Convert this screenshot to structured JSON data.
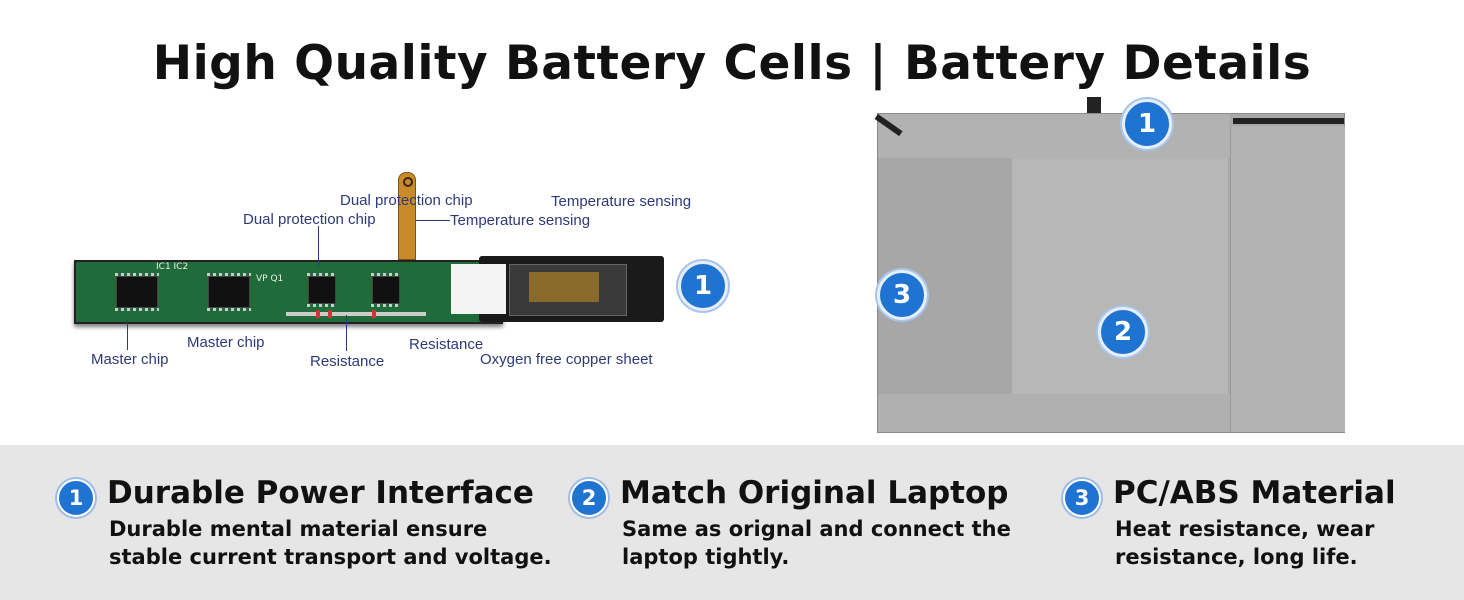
{
  "title": "High Quality Battery Cells | Battery Details",
  "pcb_labels": {
    "dual_protection_chip_top": "Dual protection chip",
    "temperature_sensing_top": "Temperature sensing",
    "dual_protection_chip": "Dual protection chip",
    "temperature_sensing": "Temperature sensing",
    "master_chip_left": "Master chip",
    "master_chip": "Master chip",
    "resistance_left": "Resistance",
    "resistance": "Resistance",
    "oxygen_free_copper_sheet": "Oxygen free copper sheet",
    "silk_ic": "IC1 IC2",
    "silk_vp": "VP Q1"
  },
  "badges": {
    "one": "1",
    "two": "2",
    "three": "3"
  },
  "features": [
    {
      "num": "1",
      "title": "Durable Power Interface",
      "line1": "Durable mental material ensure",
      "line2": "stable current transport and voltage."
    },
    {
      "num": "2",
      "title": "Match Original Laptop",
      "line1": "Same as orignal and connect the",
      "line2": "laptop tightly."
    },
    {
      "num": "3",
      "title": "PC/ABS Material",
      "line1": "Heat resistance, wear",
      "line2": "resistance, long life."
    }
  ],
  "colors": {
    "accent_blue": "#1f73d1",
    "label_navy": "#2d3a7a",
    "band_gray": "#e6e6e6"
  }
}
